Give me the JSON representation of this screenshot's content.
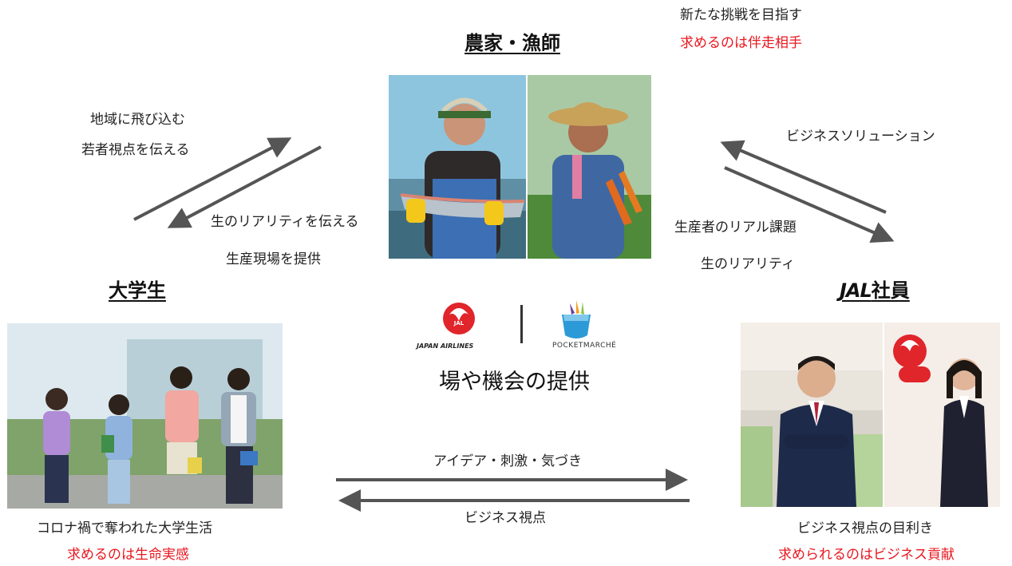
{
  "farmers": {
    "title": "農家・漁師",
    "note_black": "新たな挑戦を目指す",
    "note_red": "求めるのは伴走相手"
  },
  "students": {
    "title": "大学生",
    "caption_black": "コロナ禍で奪われた大学生活",
    "caption_red": "求めるのは生命実感"
  },
  "jal_staff": {
    "title_logo": "JAL",
    "title_rest": "社員",
    "caption_black": "ビジネス視点の目利き",
    "caption_red": "求められるのはビジネス貢献"
  },
  "center": {
    "jal_logo_text": "JAPAN AIRLINES",
    "pocket_logo_text": "POCKETMARCHÉ",
    "caption": "場や機会の提供"
  },
  "arrows": {
    "students_to_farmers_1": "地域に飛び込む",
    "students_to_farmers_2": "若者視点を伝える",
    "farmers_to_students_1": "生のリアリティを伝える",
    "farmers_to_students_2": "生産現場を提供",
    "jal_to_farmers": "ビジネスソリューション",
    "farmers_to_jal_1": "生産者のリアル課題",
    "farmers_to_jal_2": "生のリアリティ",
    "students_to_jal": "アイデア・刺激・気づき",
    "jal_to_students": "ビジネス視点"
  },
  "colors": {
    "accent_red": "#e8171f",
    "arrow_gray": "#555555"
  }
}
